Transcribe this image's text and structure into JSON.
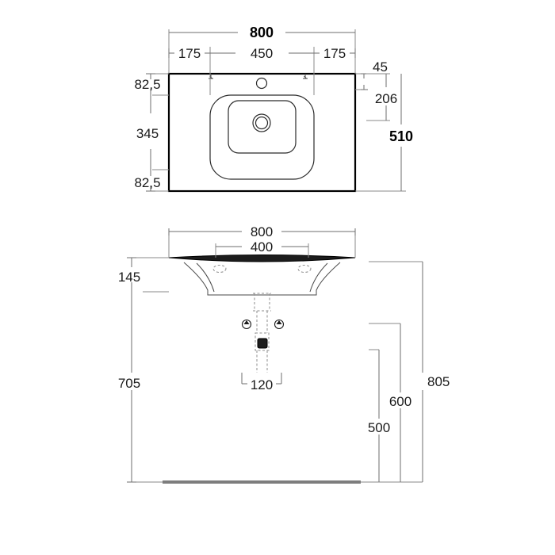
{
  "drawing": {
    "title": "Washbasin technical dimension drawing",
    "units": "mm",
    "line_color": "#000000",
    "dimension_color": "#6e6e6e",
    "floor_color": "#7d7d7d"
  },
  "plan_view": {
    "name": "Top plan view of washbasin",
    "top_dimensions": {
      "overall": "800",
      "segments": [
        "175",
        "450",
        "175"
      ]
    },
    "left_dimensions": [
      "82,5",
      "345",
      "82,5"
    ],
    "right_dimensions": {
      "top_offset": "45",
      "inner": "206",
      "overall": "510"
    },
    "features": {
      "tap_hole": "tap-hole",
      "drain": "drain-outlet",
      "basin_outer": "basin-outer-recess",
      "basin_inner": "basin-inner-recess",
      "fixing_marks": [
        "fixing-mark-left",
        "fixing-mark-right"
      ]
    }
  },
  "elevation_view": {
    "name": "Front elevation view of washbasin",
    "top_dimensions": {
      "overall": "800",
      "inner": "400"
    },
    "left_dimensions": {
      "basin_depth": "145",
      "floor_height": "705"
    },
    "right_dimensions": [
      "805",
      "600",
      "500"
    ],
    "trap_dimension": "120",
    "features": {
      "rim": "basin-rim-slab",
      "waste_pipe": "waste-pipe",
      "valve": "waste-valve-block",
      "bolts": [
        "fixing-bolt-left",
        "fixing-bolt-right"
      ],
      "floor": "floor-line"
    }
  }
}
